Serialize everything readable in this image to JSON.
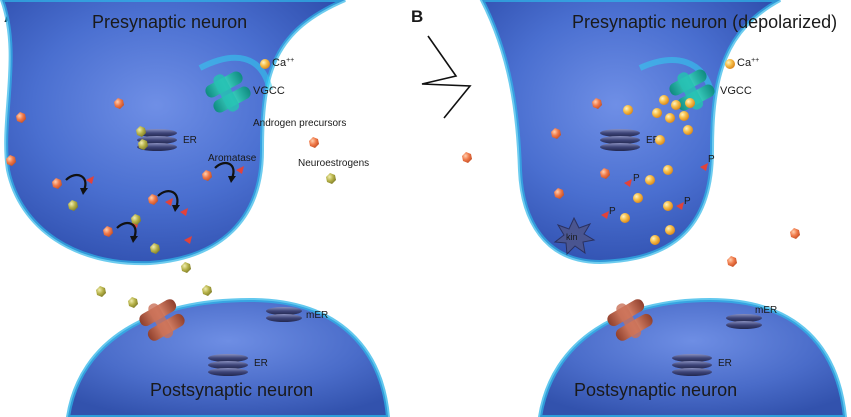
{
  "panel_a": {
    "letter": "A",
    "pre_title": "Presynaptic neuron",
    "post_title": "Postsynaptic neuron",
    "labels": {
      "ca": "Ca",
      "ca_sup": "++",
      "vgcc": "VGCC",
      "er": "ER",
      "androgen": "Androgen precursors",
      "aromatase": "Aromatase",
      "neuroestrogens": "Neuroestrogens",
      "mer": "mER",
      "post_er": "ER"
    }
  },
  "panel_b": {
    "letter": "B",
    "pre_title": "Presynaptic neuron (depolarized)",
    "post_title": "Postsynaptic neuron",
    "labels": {
      "ca": "Ca",
      "ca_sup": "++",
      "vgcc": "VGCC",
      "er": "ER",
      "kin": "kin",
      "p": "P",
      "mer": "mER",
      "post_er": "ER"
    }
  },
  "colors": {
    "neuron_body": "#4a6fd0",
    "neuron_edge": "#2fb6e8",
    "vgcc": "#1fb5a8",
    "postsyn_channel": "#c0674e",
    "precursor": "#f07a4a",
    "neuroestrogen": "#b7b34a",
    "aromatase": "#e2423a",
    "calcium": "#f5a630",
    "er": "#3d4478",
    "kinase": "#4a5590"
  }
}
